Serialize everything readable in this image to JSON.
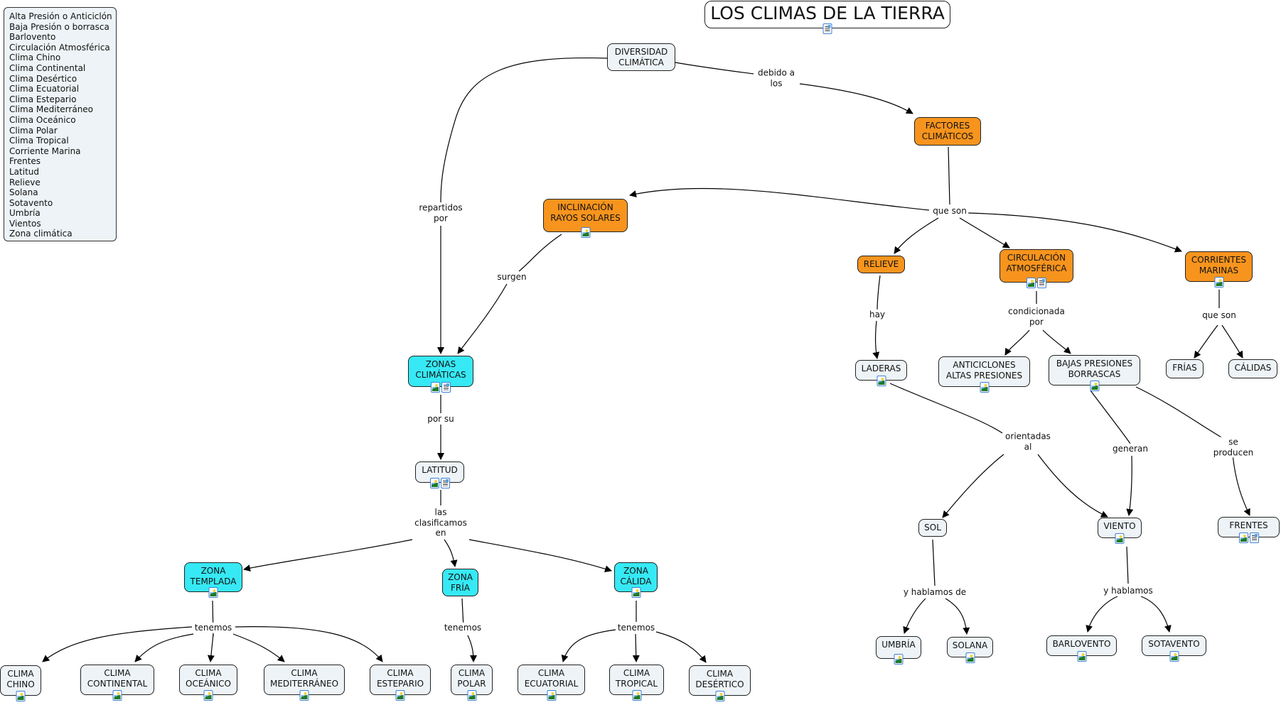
{
  "legend": [
    "Alta Presión o Anticiclón",
    "Baja Presión o borrasca",
    "Barlovento",
    "Circulación Atmosférica",
    "Clima Chino",
    "Clima Continental",
    "Clima Desértico",
    "Clima Ecuatorial",
    "Clima Estepario",
    "Clima Mediterráneo",
    "Clima Oceánico",
    "Clima Polar",
    "Clima Tropical",
    "Corriente Marina",
    "Frentes",
    "Latitud",
    "Relieve",
    "Solana",
    "Sotavento",
    "Umbría",
    "Vientos",
    "Zona climática"
  ],
  "colors": {
    "orange": "#f7941e",
    "cyan": "#36e9f4",
    "neutral": "#edf3f6"
  },
  "nodes": {
    "title": {
      "text": "LOS CLIMAS DE LA TIERRA",
      "icons": [
        "doc"
      ]
    },
    "diversidad": {
      "text": "DIVERSIDAD\nCLIMÁTICA",
      "icons": []
    },
    "factores": {
      "text": "FACTORES\nCLIMÁTICOS",
      "icons": []
    },
    "inclinacion": {
      "text": "INCLINACIÓN\nRAYOS SOLARES",
      "icons": [
        "img"
      ]
    },
    "relieve": {
      "text": "RELIEVE",
      "icons": []
    },
    "circulacion": {
      "text": "CIRCULACIÓN\nATMOSFÉRICA",
      "icons": [
        "img",
        "doc"
      ]
    },
    "corrientes": {
      "text": "CORRIENTES\nMARINAS",
      "icons": [
        "img"
      ]
    },
    "zonas": {
      "text": "ZONAS\nCLIMÁTICAS",
      "icons": [
        "img",
        "doc"
      ]
    },
    "latitud": {
      "text": "LATITUD",
      "icons": [
        "img",
        "doc"
      ]
    },
    "laderas": {
      "text": "LADERAS",
      "icons": [
        "img"
      ]
    },
    "anticiclones": {
      "text": "ANTICICLONES\nALTAS PRESIONES",
      "icons": [
        "img"
      ]
    },
    "bajas": {
      "text": "BAJAS PRESIONES\nBORRASCAS",
      "icons": [
        "img"
      ]
    },
    "frias": {
      "text": "FRÍAS",
      "icons": []
    },
    "calidas": {
      "text": "CÁLIDAS",
      "icons": []
    },
    "sol": {
      "text": "SOL",
      "icons": []
    },
    "viento": {
      "text": "VIENTO",
      "icons": [
        "img"
      ]
    },
    "frentes": {
      "text": "FRENTES",
      "icons": [
        "img",
        "doc"
      ]
    },
    "umbria": {
      "text": "UMBRÍA",
      "icons": [
        "img"
      ]
    },
    "solana": {
      "text": "SOLANA",
      "icons": [
        "img"
      ]
    },
    "barlovento": {
      "text": "BARLOVENTO",
      "icons": [
        "img"
      ]
    },
    "sotavento": {
      "text": "SOTAVENTO",
      "icons": [
        "img"
      ]
    },
    "templada": {
      "text": "ZONA\nTEMPLADA",
      "icons": [
        "img"
      ]
    },
    "fria": {
      "text": "ZONA\nFRÍA",
      "icons": []
    },
    "calida": {
      "text": "ZONA\nCÁLIDA",
      "icons": [
        "img"
      ]
    },
    "chino": {
      "text": "CLIMA\nCHINO",
      "icons": [
        "img"
      ]
    },
    "continental": {
      "text": "CLIMA\nCONTINENTAL",
      "icons": [
        "img"
      ]
    },
    "oceanico": {
      "text": "CLIMA\nOCEÁNICO",
      "icons": [
        "img"
      ]
    },
    "mediterraneo": {
      "text": "CLIMA\nMEDITERRÁNEO",
      "icons": [
        "img"
      ]
    },
    "estepario": {
      "text": "CLIMA\nESTEPARIO",
      "icons": [
        "img"
      ]
    },
    "polar": {
      "text": "CLIMA\nPOLAR",
      "icons": [
        "img"
      ]
    },
    "ecuatorial": {
      "text": "CLIMA\nECUATORIAL",
      "icons": [
        "img"
      ]
    },
    "tropical": {
      "text": "CLIMA\nTROPICAL",
      "icons": [
        "img"
      ]
    },
    "desertico": {
      "text": "CLIMA\nDESÉRTICO",
      "icons": [
        "img"
      ]
    }
  },
  "linking_phrases": {
    "debido": "debido a\nlos",
    "repartidos": "repartidos\npor",
    "queson1": "que son",
    "surgen": "surgen",
    "hay": "hay",
    "condicionada": "condicionada\npor",
    "queson2": "que son",
    "porsu": "por su",
    "clasificamos": "las\nclasificamos\nen",
    "orientadas": "orientadas\nal",
    "generan": "generan",
    "seproducen": "se producen",
    "hablamosde": "y hablamos de",
    "hablamos": "y hablamos",
    "tenemos1": "tenemos",
    "tenemos2": "tenemos",
    "tenemos3": "tenemos"
  }
}
